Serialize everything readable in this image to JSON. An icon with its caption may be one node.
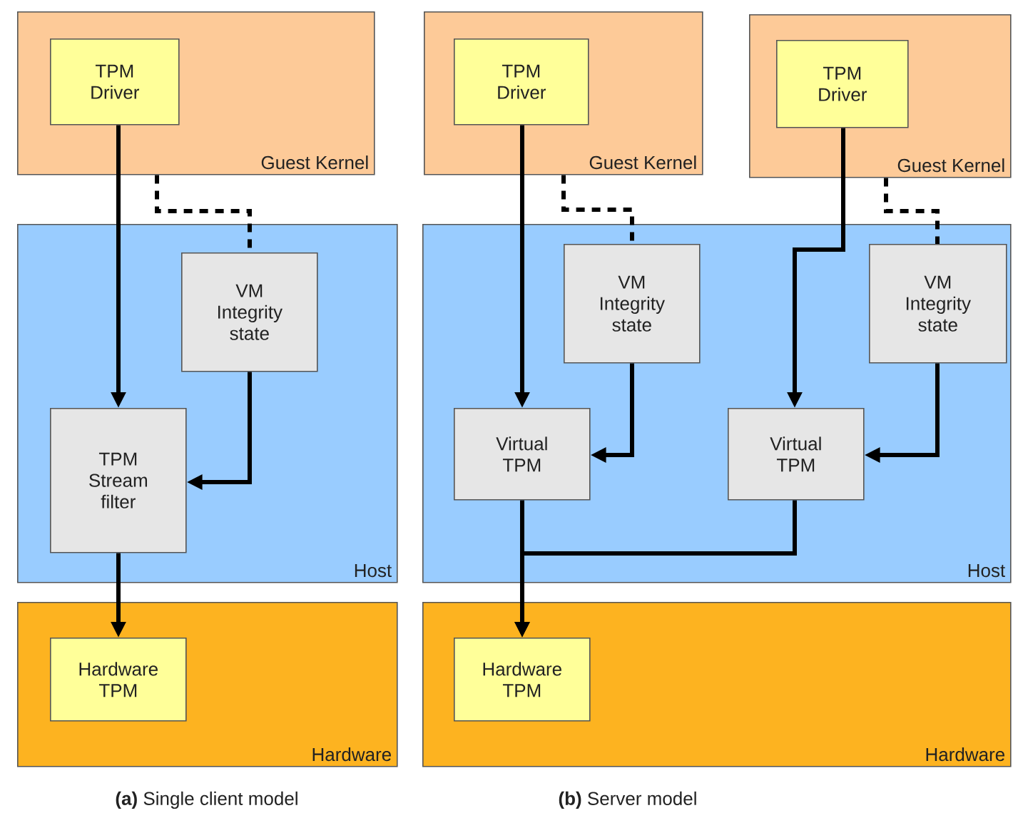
{
  "diagram": {
    "nodes": [
      {
        "text": [
          "Guest Kernel"
        ]
      },
      {
        "text": [
          "TPM Driver"
        ],
        "in": 0
      },
      {
        "text": [
          "Host"
        ]
      },
      {
        "text": [
          "VM Integrity state"
        ],
        "in": 2
      },
      {
        "text": [
          "TPM Stream filter"
        ],
        "in": 2
      },
      {
        "text": [
          "Hardware"
        ]
      },
      {
        "text": [
          "Hardware TPM"
        ],
        "in": 5
      },
      {
        "text": [
          "Guest Kernel"
        ]
      },
      {
        "text": [
          "TPM Driver"
        ],
        "in": 7
      },
      {
        "text": [
          "Guest Kernel"
        ]
      },
      {
        "text": [
          "TPM Driver"
        ],
        "in": 9
      },
      {
        "text": [
          "Host"
        ]
      },
      {
        "text": [
          "VM Integrity state"
        ],
        "in": 11
      },
      {
        "text": [
          "VM Integrity state"
        ],
        "in": 11
      },
      {
        "text": [
          "Virtual TPM"
        ],
        "in": 11
      },
      {
        "text": [
          "Virtual TPM"
        ],
        "in": 11
      },
      {
        "text": [
          "Hardware"
        ]
      },
      {
        "text": [
          "Hardware TPM"
        ],
        "in": 16
      }
    ],
    "edges": [
      {
        "from": 1,
        "to": 4,
        "arrow": "to"
      },
      {
        "from": 0,
        "to": 3,
        "arrow": "none",
        "style": "dashed"
      },
      {
        "from": 3,
        "to": 4,
        "arrow": "to"
      },
      {
        "from": 4,
        "to": 6,
        "arrow": "to"
      },
      {
        "from": 8,
        "to": 14,
        "arrow": "to"
      },
      {
        "from": 7,
        "to": 12,
        "arrow": "none",
        "style": "dashed"
      },
      {
        "from": 10,
        "to": 15,
        "arrow": "to"
      },
      {
        "from": 9,
        "to": 13,
        "arrow": "none",
        "style": "dashed"
      },
      {
        "from": 12,
        "to": 14,
        "arrow": "to"
      },
      {
        "from": 13,
        "to": 15,
        "arrow": "to"
      },
      {
        "from": 14,
        "to": 17,
        "arrow": "to"
      },
      {
        "from": 15,
        "to": 17,
        "arrow": "to"
      }
    ],
    "labels": [
      "**(a)** Single client model",
      "**(b)** Server model"
    ]
  }
}
